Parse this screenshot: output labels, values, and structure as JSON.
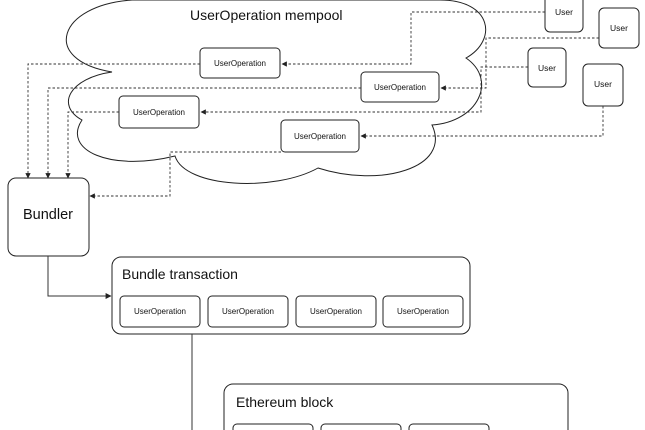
{
  "mempool": {
    "title": "UserOperation mempool"
  },
  "users": [
    "User",
    "User",
    "User",
    "User"
  ],
  "mempool_ops": [
    "UserOperation",
    "UserOperation",
    "UserOperation",
    "UserOperation"
  ],
  "bundler": {
    "label": "Bundler"
  },
  "bundle_transaction": {
    "title": "Bundle transaction",
    "ops": [
      "UserOperation",
      "UserOperation",
      "UserOperation",
      "UserOperation"
    ]
  },
  "ethereum_block": {
    "title": "Ethereum block"
  }
}
